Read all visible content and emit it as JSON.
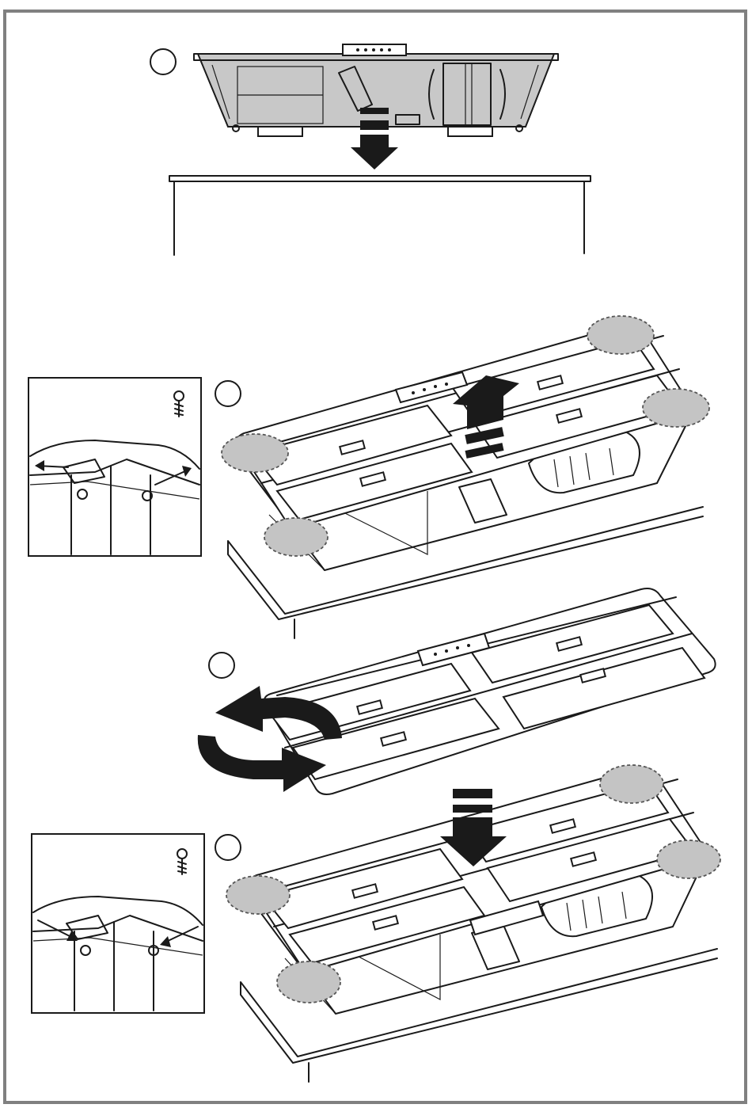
{
  "colors": {
    "line": "#1a1a1a",
    "frame": "#808080",
    "shade": "#c4c4c4",
    "hood_fill": "#c8c8c8",
    "background": "#ffffff"
  },
  "steps": [
    {
      "marker": "",
      "action": "lower-hood-onto-cabinet"
    },
    {
      "marker": "",
      "action": "lift-filter-panel-off-hood"
    },
    {
      "marker": "",
      "action": "rotate-filter-panel"
    },
    {
      "marker": "",
      "action": "push-filter-panel-into-hood"
    }
  ],
  "icons": [
    "screw-icon",
    "arrow-down-icon",
    "arrow-up-icon",
    "rotate-arrows-icon"
  ]
}
